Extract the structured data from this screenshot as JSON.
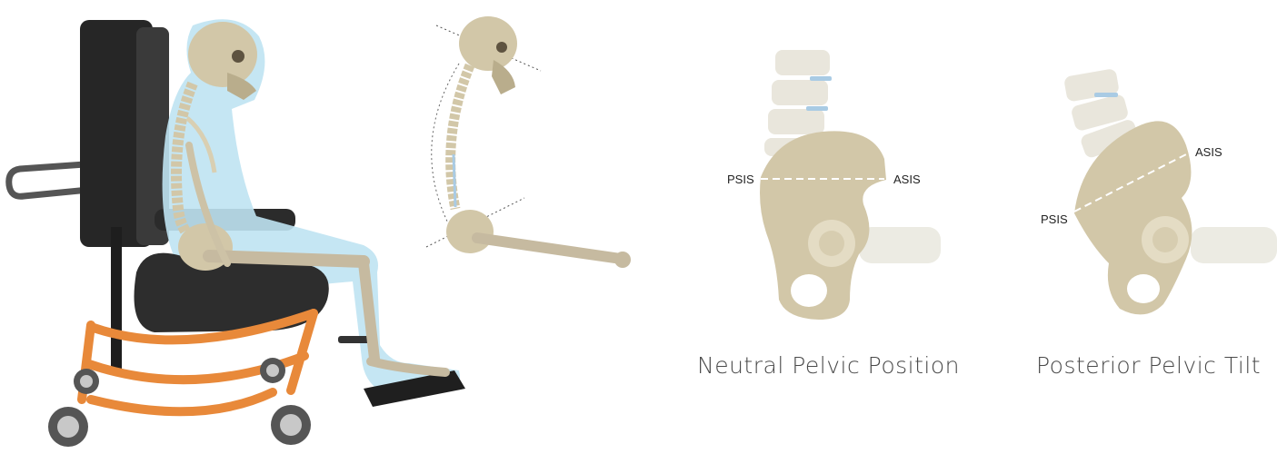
{
  "panels": {
    "neutral": {
      "caption": "Neutral Pelvic Position",
      "psis_label": "PSIS",
      "asis_label": "ASIS"
    },
    "posterior": {
      "caption": "Posterior Pelvic Tilt",
      "psis_label": "PSIS",
      "asis_label": "ASIS"
    }
  },
  "colors": {
    "bone": "#d2c7a8",
    "bone_dark": "#b9ad8c",
    "body_silhouette": "#bfe3f2",
    "chair_frame": "#e8893a",
    "chair_seat": "#2d2d2d",
    "faded_bone": "#e9e6dc",
    "disc": "#a9cbe4"
  }
}
